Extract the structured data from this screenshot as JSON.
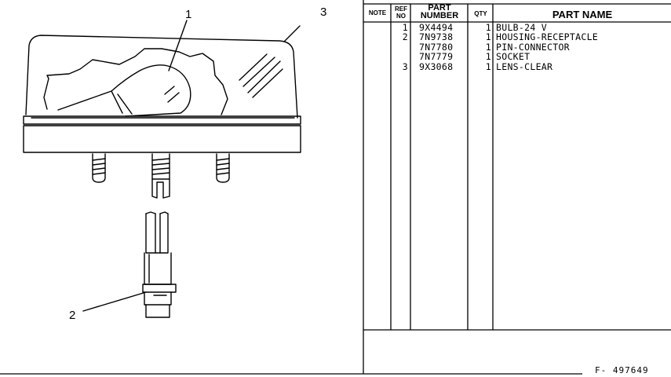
{
  "callouts": {
    "c1": "1",
    "c2": "2",
    "c3": "3"
  },
  "table": {
    "headers": {
      "note": "NOTE",
      "ref_line1": "REF",
      "ref_line2": "NO",
      "part_line1": "PART",
      "part_line2": "NUMBER",
      "qty": "QTY",
      "name": "PART NAME"
    },
    "rows": [
      {
        "ref": "1",
        "part": "9X4494",
        "qty": "1",
        "name": "BULB-24 V"
      },
      {
        "ref": "2",
        "part": "7N9738",
        "qty": "1",
        "name": "HOUSING-RECEPTACLE"
      },
      {
        "ref": "",
        "part": "7N7780",
        "qty": "1",
        "name": "PIN-CONNECTOR"
      },
      {
        "ref": "",
        "part": "7N7779",
        "qty": "1",
        "name": "SOCKET"
      },
      {
        "ref": "3",
        "part": "9X3068",
        "qty": "1",
        "name": "LENS-CLEAR"
      }
    ]
  },
  "footer": {
    "code": "F- 497649"
  }
}
